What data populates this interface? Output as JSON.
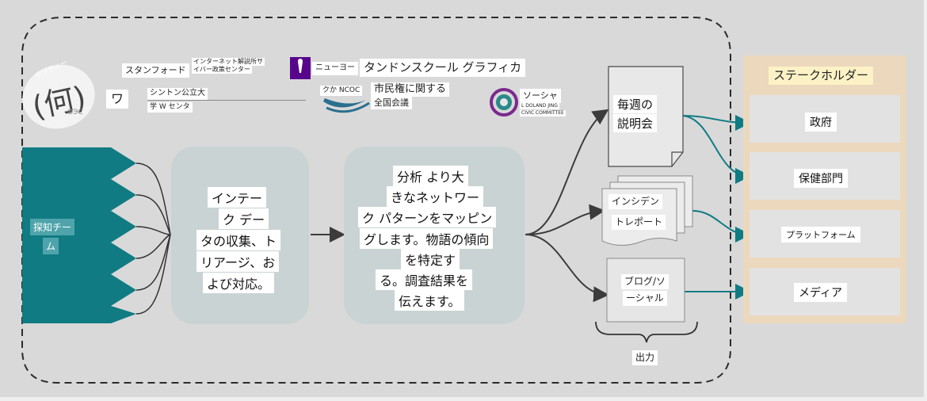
{
  "logos": {
    "seal_arc_text": "ラリティー",
    "seal_main_char": "(何)",
    "seal_bottom_text": "ΘЭC",
    "w_char": "ワ",
    "stanford": "スタンフォード",
    "internet_line1": "インターネット解説所サ",
    "internet_line2": "イバー政策センター",
    "shinton": "シントン公立大",
    "shinton_sub": "学 W センタ",
    "nyu": "ニューヨー",
    "tandon": "タンドンスクール グラフィカ",
    "ncoc": "クか NCOC",
    "civil_line1": "市民権に関する",
    "civil_line2": "全国会議",
    "social": "ソーシャ",
    "social_sub1": "L DOLAND JING",
    "social_sub2": "CIVIC COMMITTEE"
  },
  "detection_team": {
    "label_line1": "探知チー",
    "label_line2": "ム"
  },
  "process1": {
    "lines": [
      "インテー",
      "ク デー",
      "タの収集、ト",
      "リアージ、お",
      "よび対応。"
    ]
  },
  "process2": {
    "lines": [
      "分析 より大",
      "きなネットワー",
      "ク パターンをマッピン",
      "グします。物語の傾向",
      "を特定す",
      "る。調査結果を",
      "伝えます。"
    ]
  },
  "outputs": {
    "weekly_line1": "毎週の",
    "weekly_line2": "説明会",
    "incident_line1": "インシデン",
    "incident_line2": "トレポート",
    "blog_line1": "ブログ/ソ",
    "blog_line2": "ーシャル",
    "caption": "出力"
  },
  "stakeholders": {
    "title": "ステークホルダー",
    "items": [
      "政府",
      "保健部門",
      "プラットフォーム",
      "メディア"
    ]
  },
  "colors": {
    "teal": "#107b83",
    "arrow_dark": "#3c3c3c",
    "stake_bg": "#ecd8bd",
    "process_bg": "#c9d3d4"
  }
}
